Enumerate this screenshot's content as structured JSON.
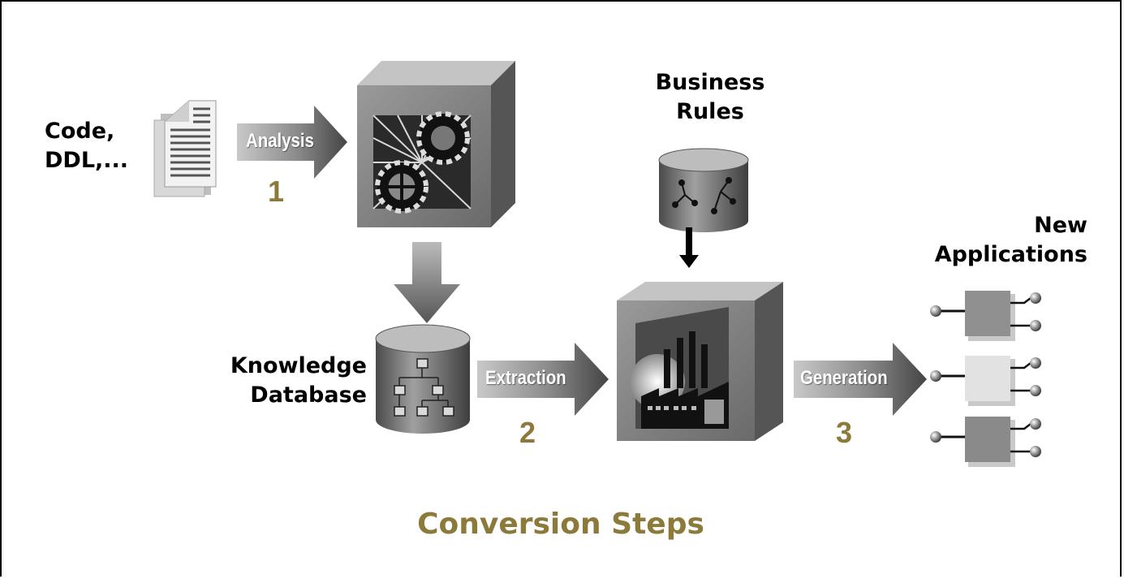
{
  "labels": {
    "source_line1": "Code,",
    "source_line2": "DDL,...",
    "business_rules_line1": "Business",
    "business_rules_line2": "Rules",
    "knowledge_line1": "Knowledge",
    "knowledge_line2": "Database",
    "new_apps_line1": "New",
    "new_apps_line2": "Applications"
  },
  "steps": [
    {
      "number": "1",
      "label": "Analysis"
    },
    {
      "number": "2",
      "label": "Extraction"
    },
    {
      "number": "3",
      "label": "Generation"
    }
  ],
  "caption": "Conversion Steps",
  "colors": {
    "accent": "#8c7a3b",
    "arrow_dark": "#4a4a4a",
    "arrow_light": "#bdbdbd"
  },
  "icons": [
    "document-icon",
    "gears-cube-icon",
    "business-rules-cylinder-icon",
    "knowledge-database-icon",
    "factory-cube-icon",
    "application-module-icon"
  ]
}
